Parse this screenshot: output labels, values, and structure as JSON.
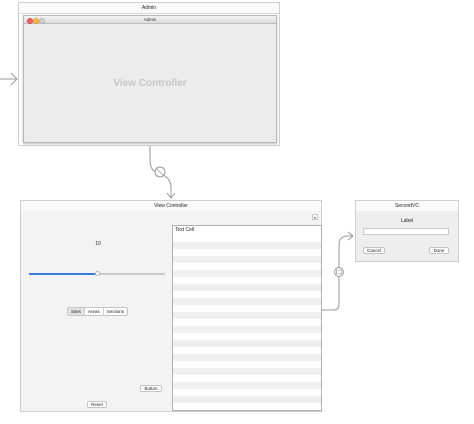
{
  "admin_scene": {
    "title": "Admin",
    "window_title": "Admin",
    "placeholder": "View Controller"
  },
  "view_controller_scene": {
    "title": "View Controller",
    "value_label": "10",
    "slider_value_percent": 50,
    "segments": [
      "Sites",
      "Areas",
      "Sections"
    ],
    "selected_segment": 0,
    "table_first_cell": "Text Cell",
    "button_label": "Button",
    "reset_label": "Reset"
  },
  "second_scene": {
    "title": "SecondVC",
    "label": "Label",
    "text_value": "",
    "cancel_label": "Cancel",
    "done_label": "Done"
  }
}
